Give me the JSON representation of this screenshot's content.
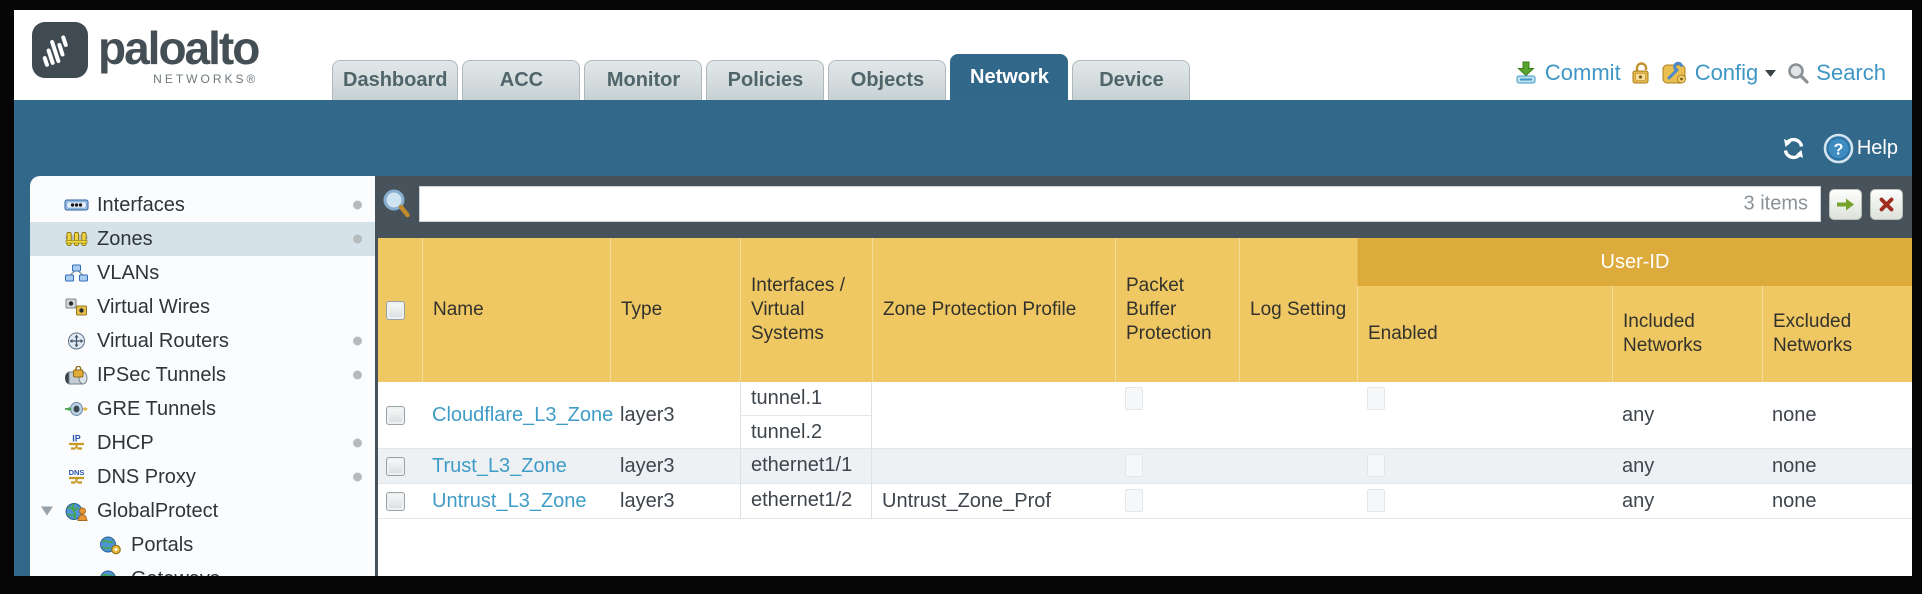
{
  "brand": {
    "name": "paloalto",
    "sub": "NETWORKS®"
  },
  "nav": {
    "tabs": [
      {
        "label": "Dashboard"
      },
      {
        "label": "ACC"
      },
      {
        "label": "Monitor"
      },
      {
        "label": "Policies"
      },
      {
        "label": "Objects"
      },
      {
        "label": "Network",
        "active": true
      },
      {
        "label": "Device"
      }
    ],
    "actions": {
      "commit": "Commit",
      "config": "Config",
      "search": "Search"
    }
  },
  "toolbar": {
    "help_label": "Help"
  },
  "sidebar": {
    "items": [
      {
        "label": "Interfaces",
        "icon": "interfaces-icon",
        "dot": true
      },
      {
        "label": "Zones",
        "icon": "zones-icon",
        "dot": true,
        "selected": true
      },
      {
        "label": "VLANs",
        "icon": "vlans-icon"
      },
      {
        "label": "Virtual Wires",
        "icon": "virtual-wires-icon"
      },
      {
        "label": "Virtual Routers",
        "icon": "virtual-routers-icon",
        "dot": true
      },
      {
        "label": "IPSec Tunnels",
        "icon": "ipsec-tunnels-icon",
        "dot": true
      },
      {
        "label": "GRE Tunnels",
        "icon": "gre-tunnels-icon"
      },
      {
        "label": "DHCP",
        "icon": "dhcp-icon",
        "dot": true
      },
      {
        "label": "DNS Proxy",
        "icon": "dns-proxy-icon",
        "dot": true
      },
      {
        "label": "GlobalProtect",
        "icon": "globalprotect-icon",
        "expanded": true
      },
      {
        "label": "Portals",
        "icon": "portals-icon",
        "child": true
      },
      {
        "label": "Gateways",
        "icon": "gateways-icon",
        "child": true
      }
    ]
  },
  "filterbar": {
    "count": "3 items"
  },
  "table": {
    "user_id_group": "User-ID",
    "columns": {
      "name": "Name",
      "type": "Type",
      "interfaces": "Interfaces / Virtual Systems",
      "zpp": "Zone Protection Profile",
      "pbp": "Packet Buffer Protection",
      "log": "Log Setting",
      "enabled": "Enabled",
      "included": "Included Networks",
      "excluded": "Excluded Networks"
    },
    "rows": [
      {
        "name": "Cloudflare_L3_Zone",
        "type": "layer3",
        "interfaces": [
          "tunnel.1",
          "tunnel.2"
        ],
        "zpp": "",
        "log": "",
        "included": "any",
        "excluded": "none"
      },
      {
        "name": "Trust_L3_Zone",
        "type": "layer3",
        "interfaces": [
          "ethernet1/1"
        ],
        "zpp": "",
        "log": "",
        "included": "any",
        "excluded": "none",
        "alt": true
      },
      {
        "name": "Untrust_L3_Zone",
        "type": "layer3",
        "interfaces": [
          "ethernet1/2"
        ],
        "zpp": "Untrust_Zone_Prof",
        "log": "",
        "included": "any",
        "excluded": "none"
      }
    ]
  },
  "colors": {
    "teal": "#32688a",
    "header_gold": "#efc763",
    "header_gold_dark": "#dcab3c",
    "content_slate": "#47525b",
    "link_blue": "#3f9cc7"
  }
}
